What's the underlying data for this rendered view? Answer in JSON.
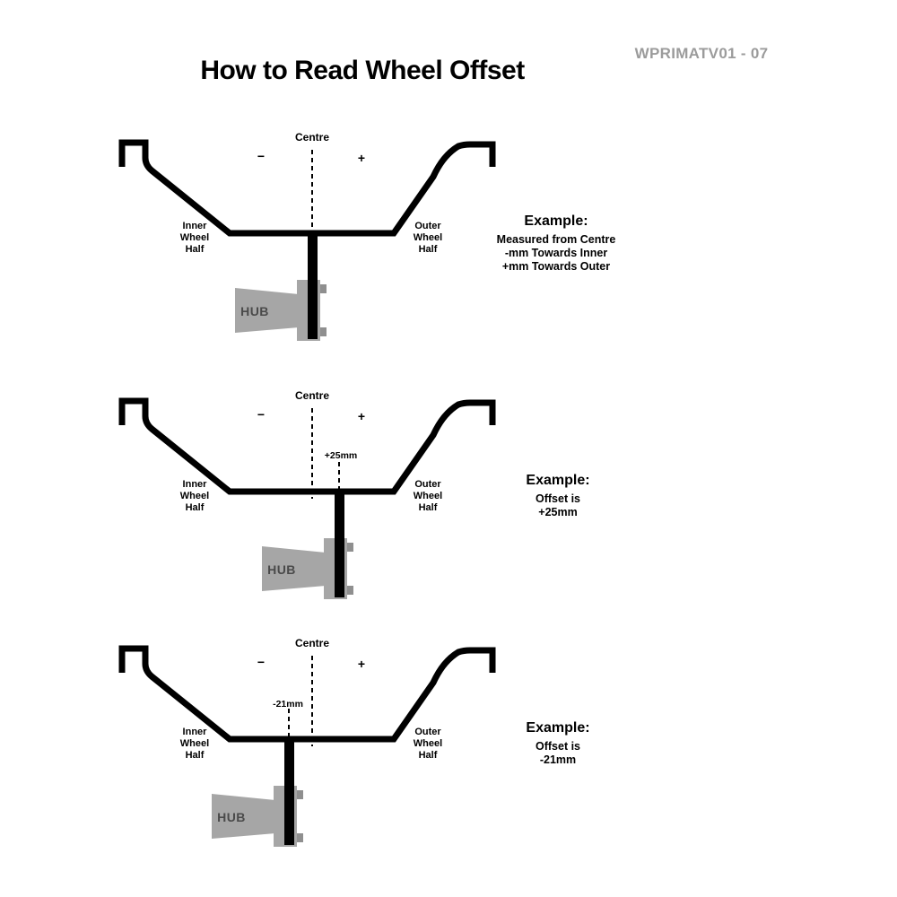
{
  "title": "How to Read Wheel Offset",
  "part_number": "WPRIMATV01 - 07",
  "colors": {
    "background": "#ffffff",
    "line": "#000000",
    "hub_gray": "#a6a6a6",
    "hub_tab_gray": "#8f8f8f",
    "hub_text": "#4a4a4a",
    "part_number_gray": "#9b9b9b"
  },
  "diagrams": [
    {
      "centre_label": "Centre",
      "minus_label": "−",
      "plus_label": "+",
      "inner_label": [
        "Inner",
        "Wheel",
        "Half"
      ],
      "outer_label": [
        "Outer",
        "Wheel",
        "Half"
      ],
      "hub_label": "HUB",
      "offset_label": null,
      "example": {
        "heading": "Example:",
        "lines": [
          "Measured from Centre",
          "-mm Towards Inner",
          "+mm Towards Outer"
        ]
      }
    },
    {
      "centre_label": "Centre",
      "minus_label": "−",
      "plus_label": "+",
      "inner_label": [
        "Inner",
        "Wheel",
        "Half"
      ],
      "outer_label": [
        "Outer",
        "Wheel",
        "Half"
      ],
      "hub_label": "HUB",
      "offset_label": "+25mm",
      "example": {
        "heading": "Example:",
        "lines": [
          "Offset is",
          "+25mm"
        ]
      }
    },
    {
      "centre_label": "Centre",
      "minus_label": "−",
      "plus_label": "+",
      "inner_label": [
        "Inner",
        "Wheel",
        "Half"
      ],
      "outer_label": [
        "Outer",
        "Wheel",
        "Half"
      ],
      "hub_label": "HUB",
      "offset_label": "-21mm",
      "example": {
        "heading": "Example:",
        "lines": [
          "Offset is",
          "-21mm"
        ]
      }
    }
  ]
}
